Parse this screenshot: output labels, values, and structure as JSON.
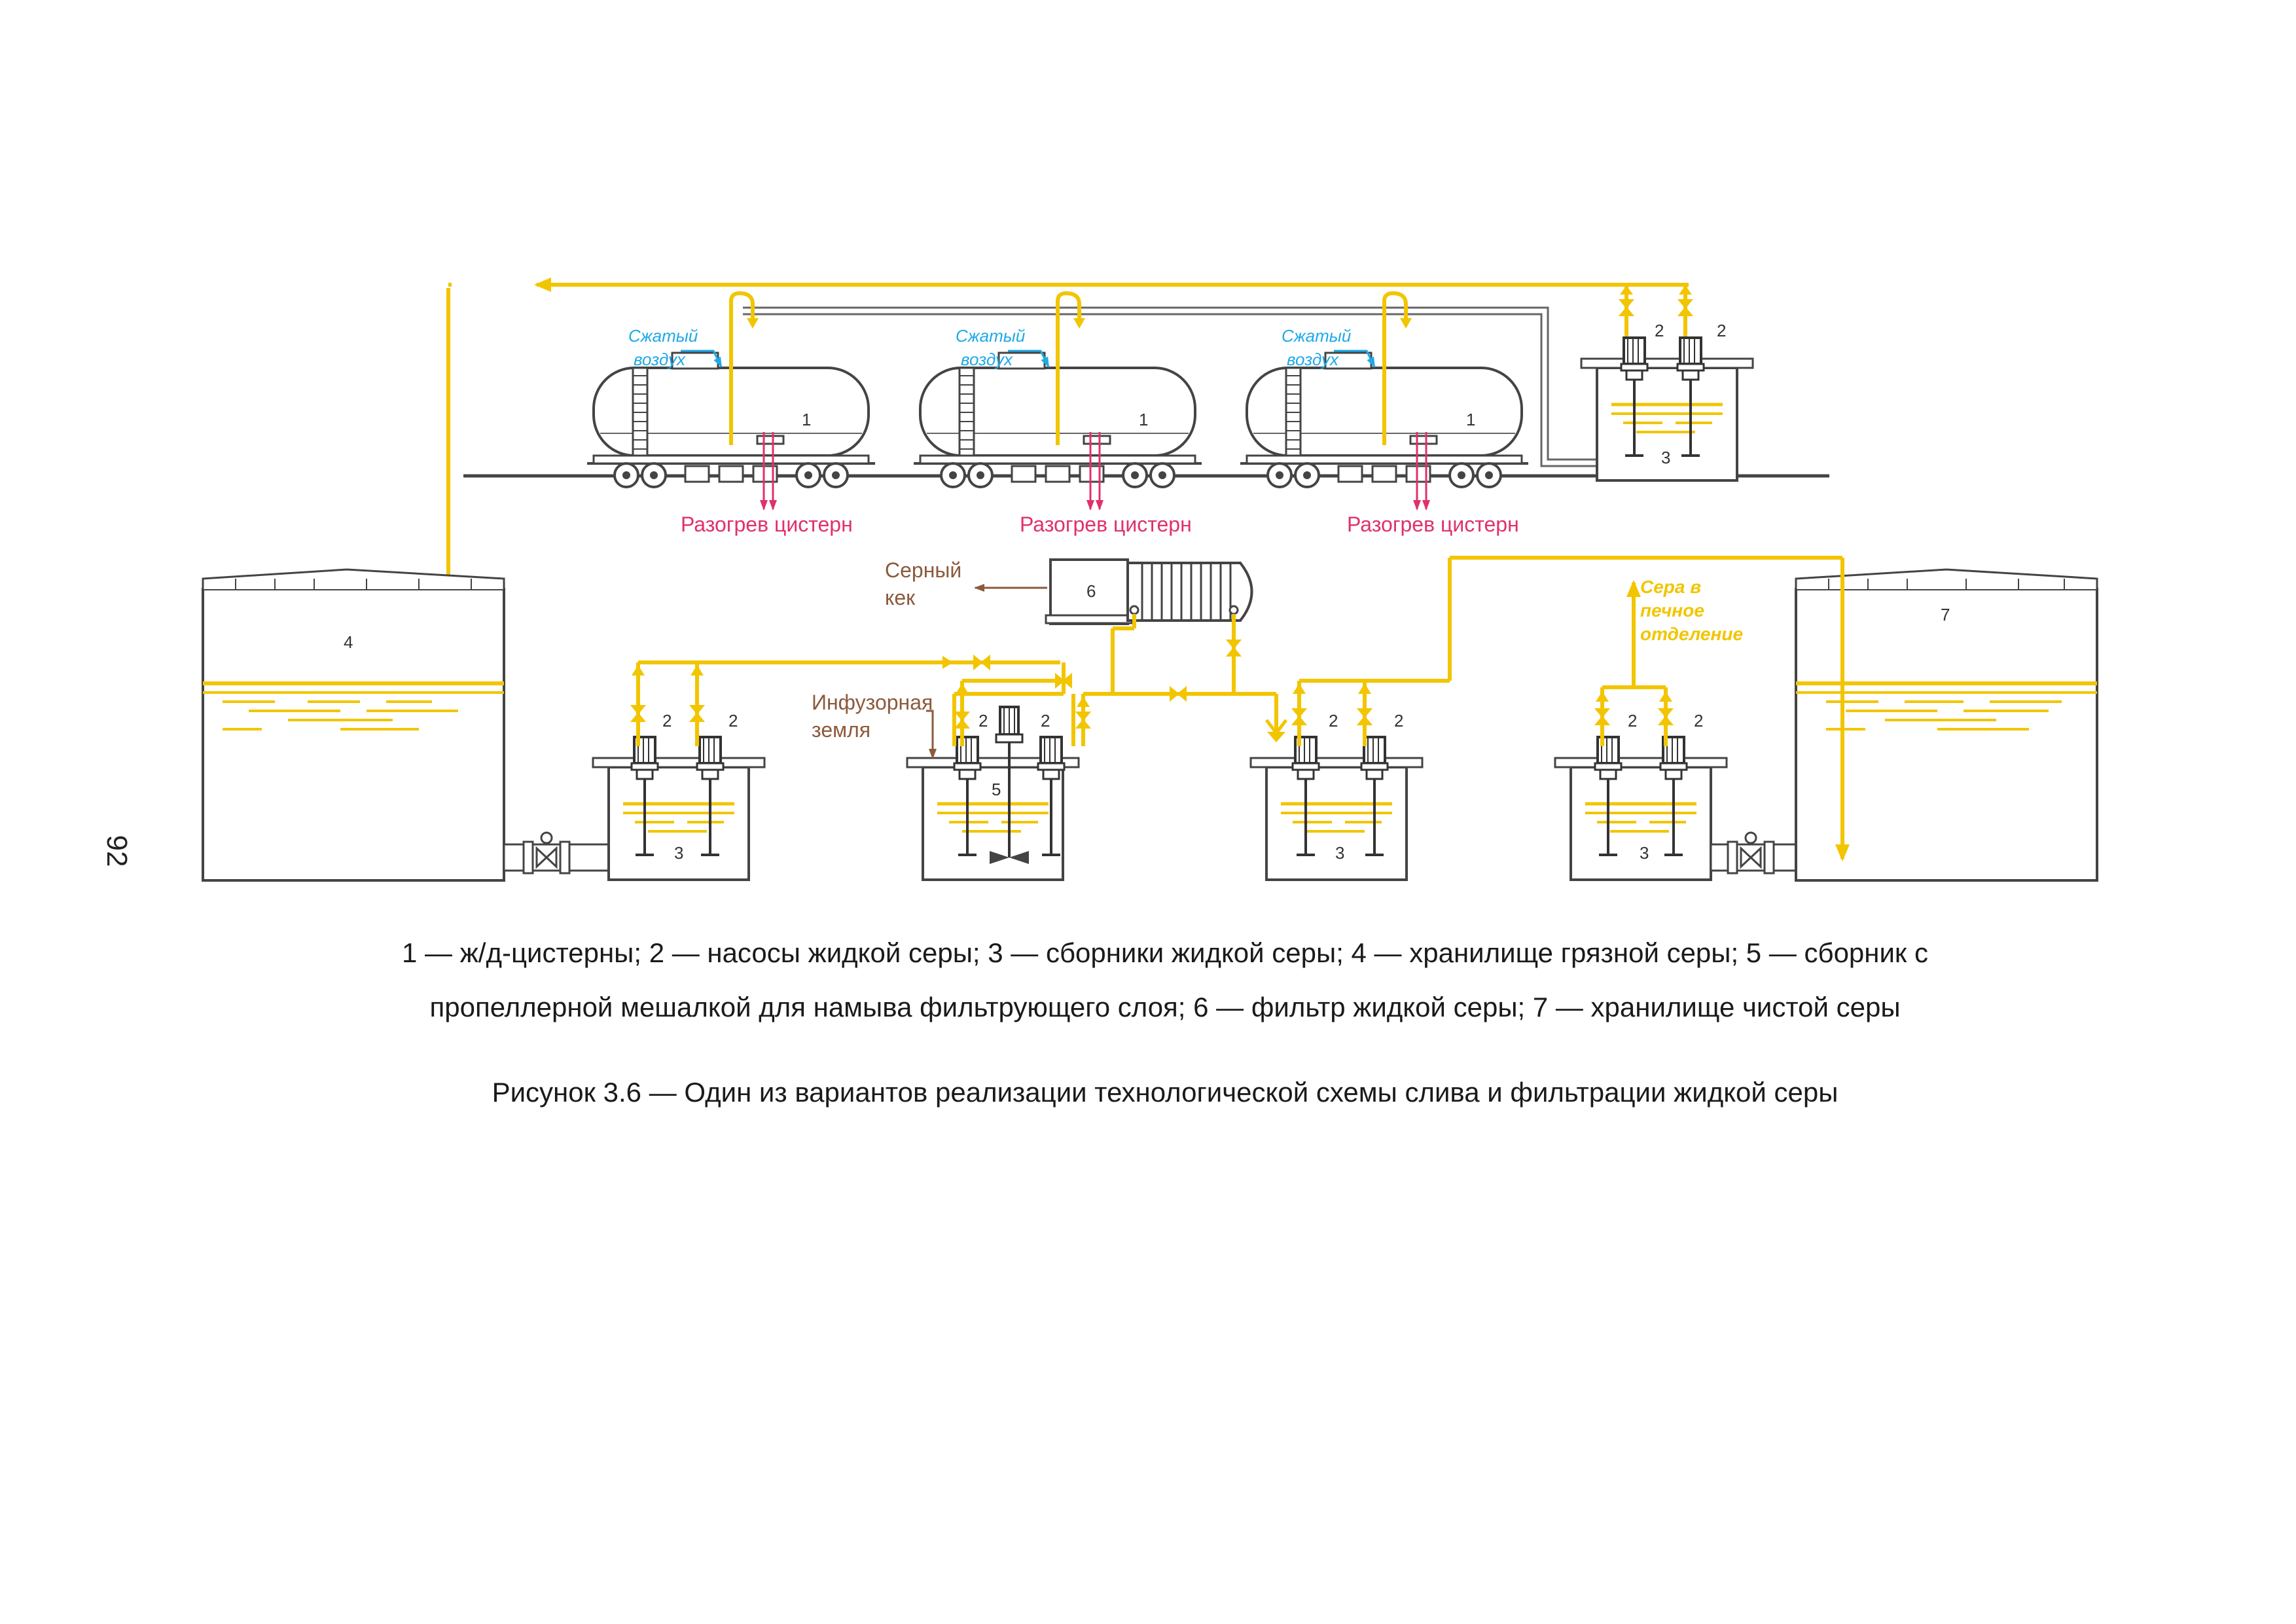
{
  "page_number": "92",
  "labels": {
    "tank_car": "1",
    "pump": "2",
    "collector": "3",
    "dirty_storage": "4",
    "mixer_collector": "5",
    "filter": "6",
    "clean_storage": "7",
    "compressed_air_1": "Сжатый",
    "compressed_air_2": "воздух",
    "heating": "Разогрев цистерн",
    "sulfur_cake_1": "Серный",
    "sulfur_cake_2": "кек",
    "infusor_earth_1": "Инфузорная",
    "infusor_earth_2": "земля",
    "to_furnace_1": "Сера в",
    "to_furnace_2": "печное",
    "to_furnace_3": "отделение"
  },
  "legend": {
    "line1": "1 — ж/д-цистерны; 2 — насосы жидкой серы; 3 — сборники жидкой серы; 4 — хранилище грязной серы; 5 — сборник с",
    "line2": "пропеллерной мешалкой для намыва фильтрующего слоя; 6 — фильтр жидкой серы; 7 — хранилище чистой серы"
  },
  "caption": "Рисунок 3.6 — Один из вариантов реализации технологической схемы слива и фильтрации жидкой серы",
  "colors": {
    "sulfur": "#F2C500",
    "air": "#1EA9E8",
    "heating": "#E0306E",
    "cake": "#8B5A3C",
    "outline": "#555555"
  }
}
